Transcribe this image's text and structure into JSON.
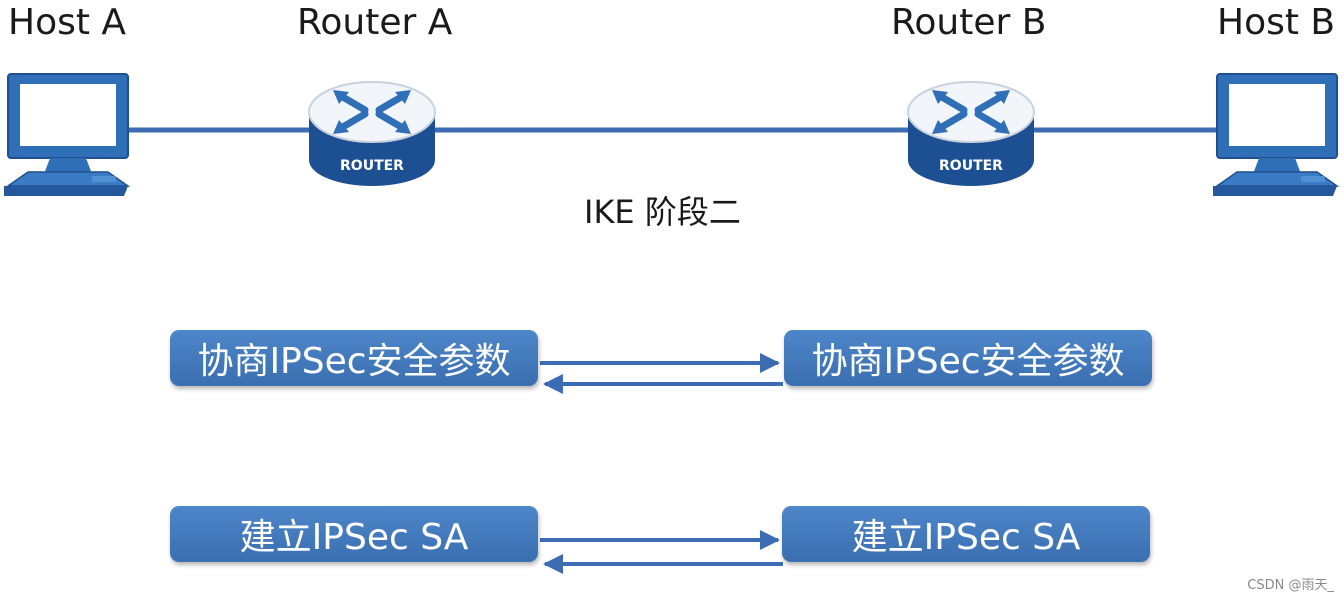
{
  "colors": {
    "link": "#3c6cb4",
    "box": "#4379bd",
    "device_body": "#2f6fb8"
  },
  "hosts": {
    "a_label": "Host A",
    "b_label": "Host B"
  },
  "routers": {
    "a_label": "Router A",
    "b_label": "Router B",
    "badge": "ROUTER"
  },
  "phase_label": "IKE 阶段二",
  "steps": {
    "negotiate": "协商IPSec安全参数",
    "establish": "建立IPSec SA"
  },
  "watermark": "CSDN @雨天_",
  "icons": {
    "host": "desktop-computer-icon",
    "router": "router-icon",
    "arrow": "double-arrow"
  }
}
